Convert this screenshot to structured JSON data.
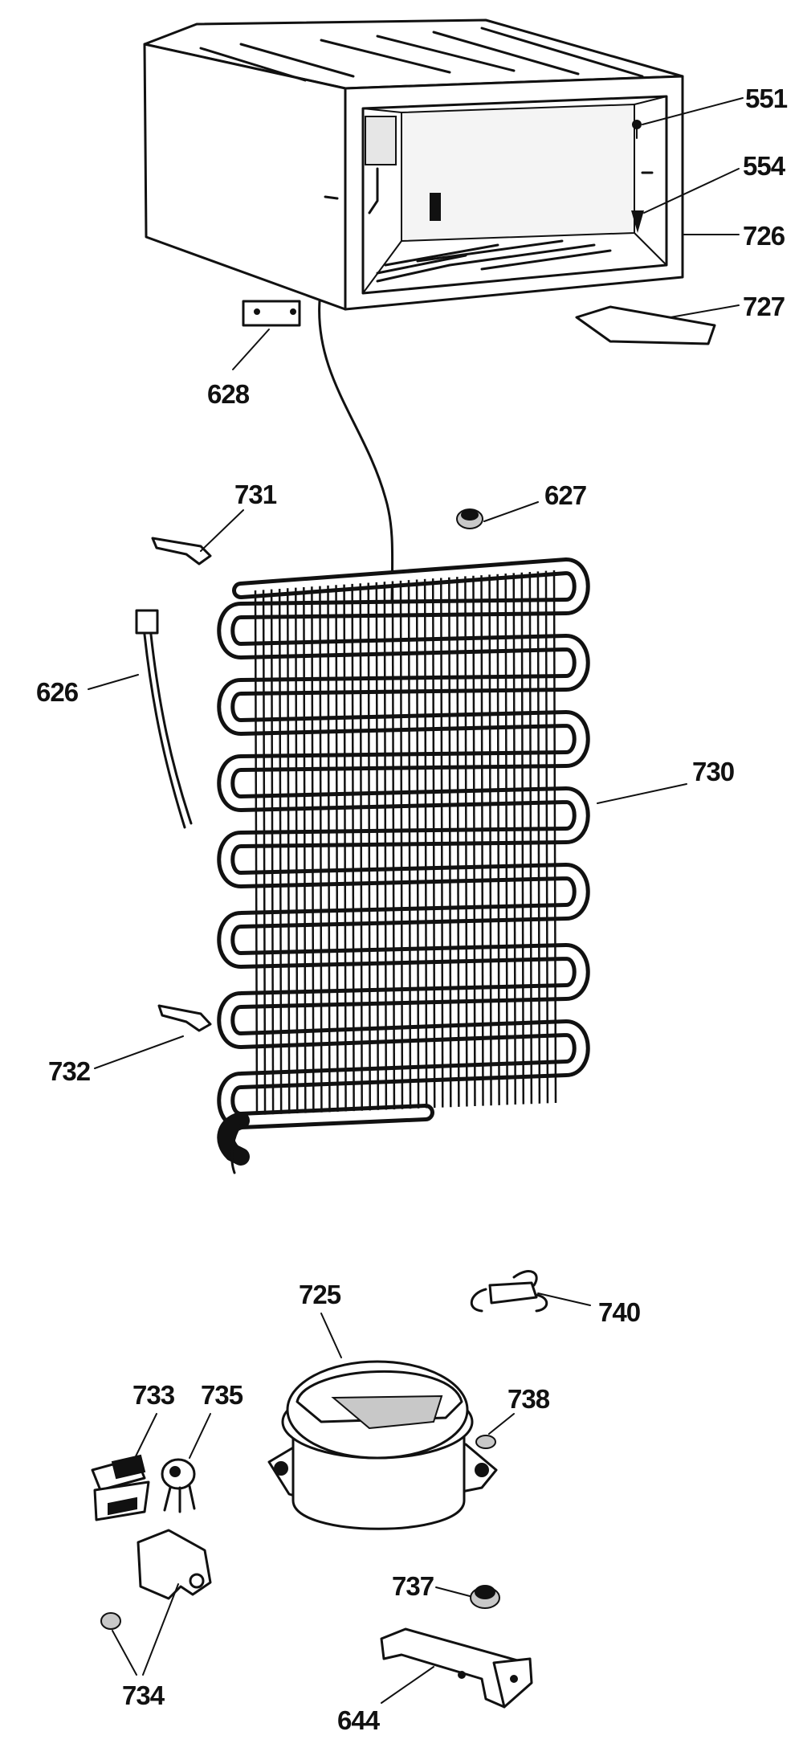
{
  "callouts": {
    "c551": "551",
    "c554": "554",
    "c726": "726",
    "c727": "727",
    "c628": "628",
    "c731": "731",
    "c627": "627",
    "c626": "626",
    "c730": "730",
    "c732": "732",
    "c725": "725",
    "c740": "740",
    "c733": "733",
    "c735": "735",
    "c738": "738",
    "c737": "737",
    "c734": "734",
    "c644": "644"
  }
}
